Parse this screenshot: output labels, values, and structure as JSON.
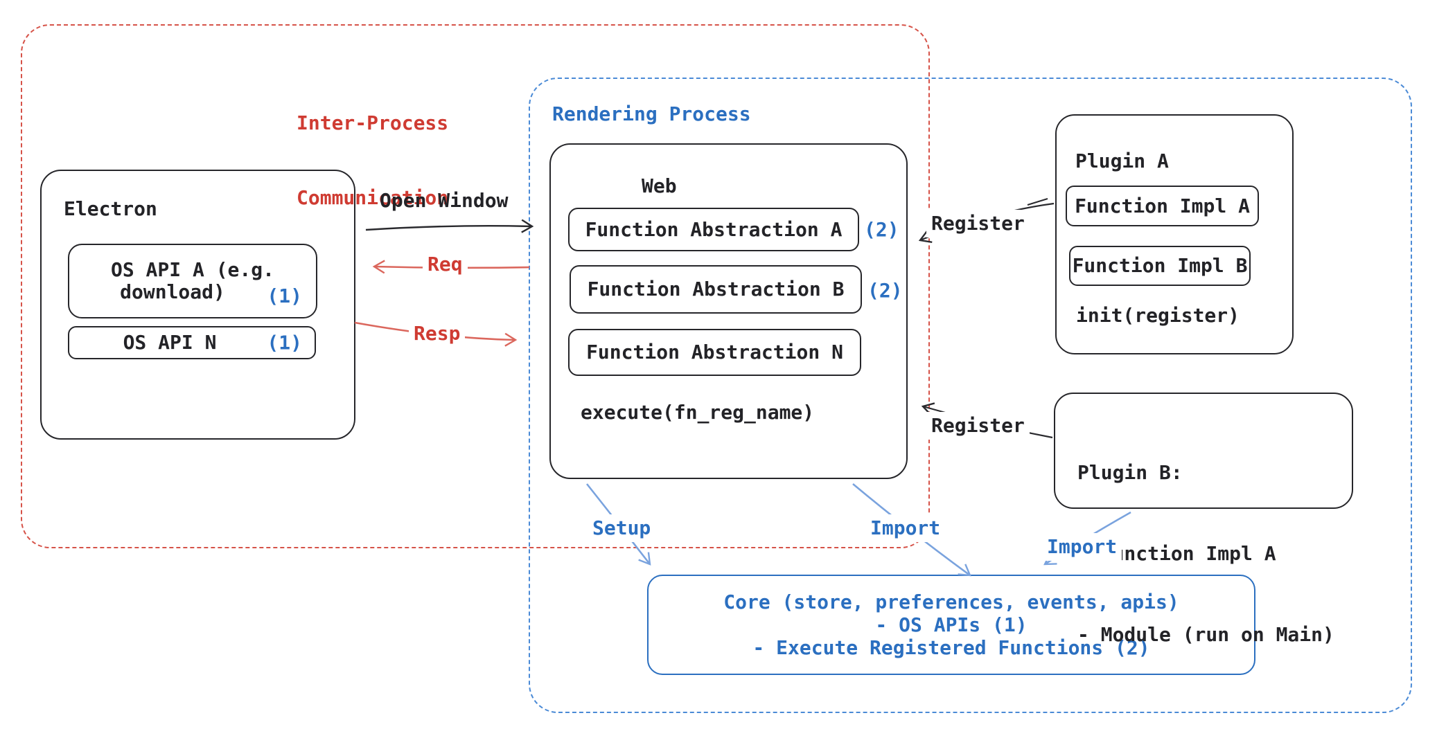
{
  "colors": {
    "ink": "#232327",
    "red_text": "#cf3b32",
    "red_dash": "#d65248",
    "red_arrow": "#db675d",
    "blue_text": "#2b6fc0",
    "blue_dash": "#4a8ad6",
    "blue_arrow": "#7aa3de"
  },
  "ipc_group": {
    "label_line1": "Inter-Process",
    "label_line2": "Communication"
  },
  "rendering_group": {
    "label": "Rendering Process"
  },
  "electron": {
    "title": "Electron",
    "os_api_a_line1": "OS API A (e.g.",
    "os_api_a_line2": "download)",
    "os_api_a_badge": "(1)",
    "os_api_n": "OS API N",
    "os_api_n_badge": "(1)"
  },
  "web": {
    "title": "Web",
    "fn_a": "Function Abstraction A",
    "fn_a_badge": "(2)",
    "fn_b": "Function Abstraction B",
    "fn_b_badge": "(2)",
    "fn_n": "Function Abstraction N",
    "execute": "execute(fn_reg_name)"
  },
  "plugin_a": {
    "title": "Plugin A",
    "impl_a": "Function Impl A",
    "impl_b": "Function Impl B",
    "init": "init(register)"
  },
  "plugin_b": {
    "title": "Plugin B:",
    "item1": "- Function Impl A",
    "item2": "- Module (run on Main)"
  },
  "core": {
    "line1": "Core (store, preferences, events, apis)",
    "line2": "- OS APIs (1)",
    "line3": "- Execute Registered Functions (2)"
  },
  "arrows": {
    "open_window": "Open Window",
    "req": "Req",
    "resp": "Resp",
    "register_top": "Register",
    "register_bottom": "Register",
    "setup": "Setup",
    "import_web": "Import",
    "import_plugin": "Import"
  }
}
